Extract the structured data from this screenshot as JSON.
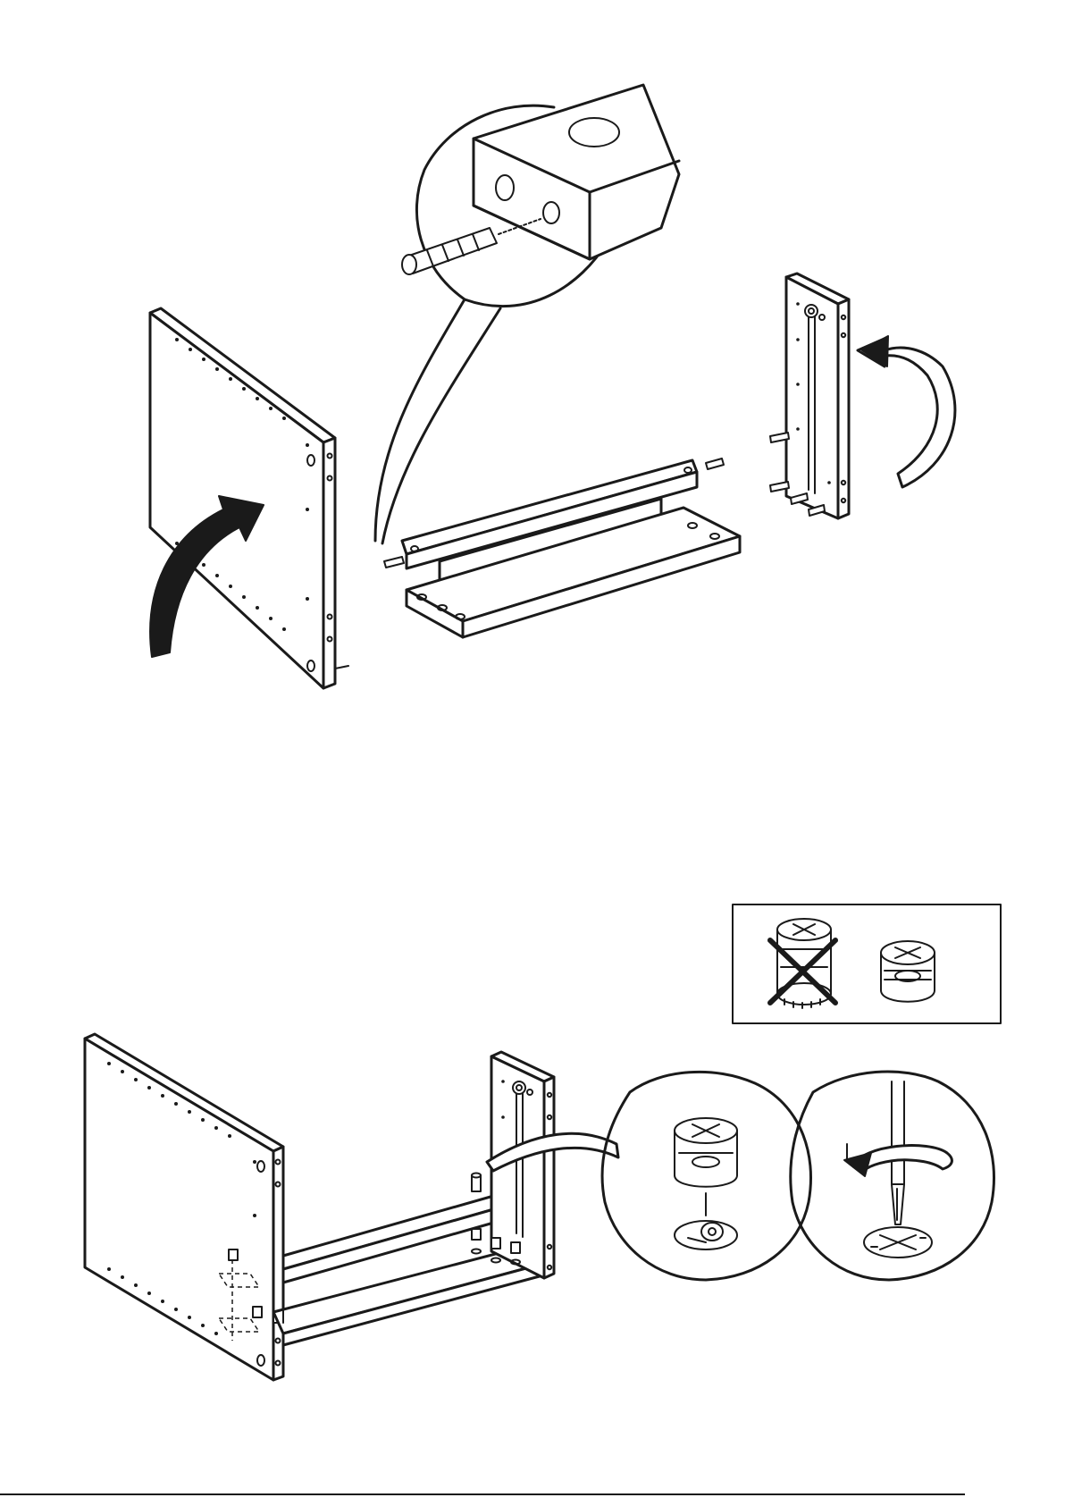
{
  "page": {
    "background": "#ffffff",
    "ink": "#1a1a1a"
  },
  "steps": [
    {
      "id": "step-attach-sides",
      "parts": [
        "left-side-panel",
        "bottom-panel",
        "top-rail",
        "right-side-panel",
        "wooden-dowel"
      ],
      "icons": [
        "curved-arrow-icon",
        "zoom-callout"
      ]
    },
    {
      "id": "step-cam-locks",
      "parts": [
        "assembled-carcass",
        "cam-lock-fitting"
      ],
      "icons": [
        "wrong-orientation-x-icon",
        "correct-orientation-icon",
        "rotation-arrow-icon",
        "screwdriver-icon"
      ]
    }
  ],
  "footer_rule": true
}
